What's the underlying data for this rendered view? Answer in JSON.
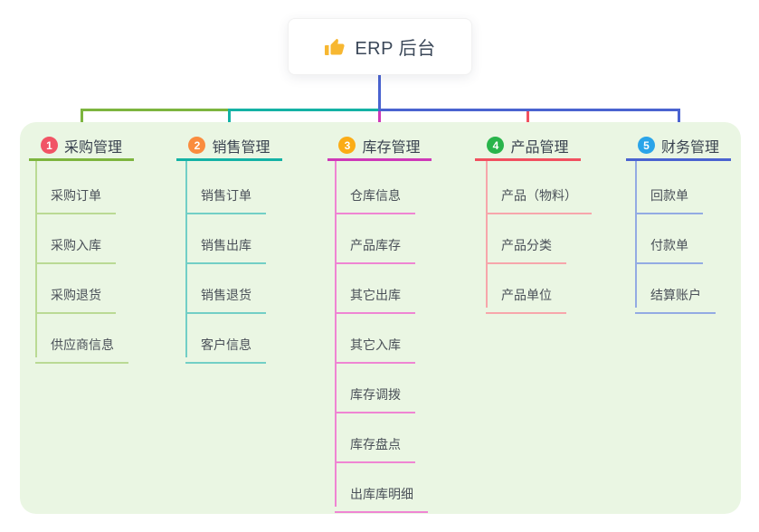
{
  "root": {
    "label": "ERP 后台",
    "icon": "thumbs-up-icon",
    "icon_color": "#f7b731"
  },
  "colors": {
    "connector_blue": "#4a63d0",
    "panel_bg": "#eaf6e3",
    "root_text": "#3b4859",
    "branch_text": "#39424f",
    "child_text": "#4a5058"
  },
  "branches": [
    {
      "number": "1",
      "title": "采购管理",
      "badge_color": "#f15465",
      "line_color": "#7db53f",
      "child_line_color": "#bada94",
      "children": [
        "采购订单",
        "采购入库",
        "采购退货",
        "供应商信息"
      ]
    },
    {
      "number": "2",
      "title": "销售管理",
      "badge_color": "#fa8c3e",
      "line_color": "#14b2a5",
      "child_line_color": "#72cfc6",
      "children": [
        "销售订单",
        "销售出库",
        "销售退货",
        "客户信息"
      ]
    },
    {
      "number": "3",
      "title": "库存管理",
      "badge_color": "#fbac16",
      "line_color": "#ce39b8",
      "child_line_color": "#ef85d3",
      "children": [
        "仓库信息",
        "产品库存",
        "其它出库",
        "其它入库",
        "库存调拨",
        "库存盘点",
        "出库库明细"
      ]
    },
    {
      "number": "4",
      "title": "产品管理",
      "badge_color": "#29b44b",
      "line_color": "#f1505f",
      "child_line_color": "#f7a6ab",
      "children": [
        "产品（物料）",
        "产品分类",
        "产品单位"
      ]
    },
    {
      "number": "5",
      "title": "财务管理",
      "badge_color": "#2aa4e9",
      "line_color": "#4a63d0",
      "child_line_color": "#93abe3",
      "children": [
        "回款单",
        "付款单",
        "结算账户"
      ]
    }
  ]
}
